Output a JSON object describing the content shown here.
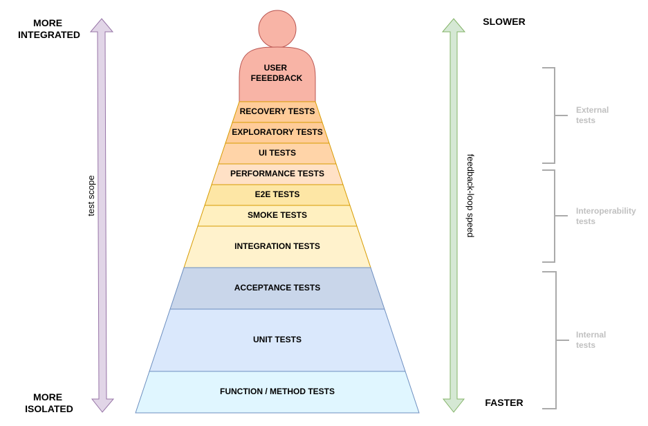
{
  "top_left": {
    "line1": "MORE",
    "line2": "INTEGRATED"
  },
  "bottom_left": {
    "line1": "MORE",
    "line2": "ISOLATED"
  },
  "top_right": "SLOWER",
  "bottom_right": "FASTER",
  "left_axis_label": "test scope",
  "right_axis_label": "feedback-loop speed",
  "user": {
    "line1": "USER",
    "line2": "FEEEDBACK"
  },
  "layers": [
    {
      "label": "RECOVERY TESTS",
      "fill": "#ffcc99"
    },
    {
      "label": "EXPLORATORY TESTS",
      "fill": "#ffcc99"
    },
    {
      "label": "UI TESTS",
      "fill": "#ffd4a8"
    },
    {
      "label": "PERFORMANCE TESTS",
      "fill": "#ffe1c6"
    },
    {
      "label": "E2E TESTS",
      "fill": "#fde6a5"
    },
    {
      "label": "SMOKE TESTS",
      "fill": "#fff0c0"
    },
    {
      "label": "INTEGRATION TESTS",
      "fill": "#fff2cc"
    },
    {
      "label": "ACCEPTANCE TESTS",
      "fill": "#c9d6ea"
    },
    {
      "label": "UNIT TESTS",
      "fill": "#dae8fc"
    },
    {
      "label": "FUNCTION / METHOD TESTS",
      "fill": "#e0f6ff"
    }
  ],
  "brackets": [
    {
      "line1": "External",
      "line2": "tests"
    },
    {
      "line1": "Interoperability",
      "line2": "tests"
    },
    {
      "line1": "Internal",
      "line2": "tests"
    }
  ],
  "colors": {
    "left_arrow_fill": "#e1d5e7",
    "left_arrow_stroke": "#9673a6",
    "right_arrow_fill": "#d5e8d4",
    "right_arrow_stroke": "#82b366",
    "user_fill": "#f8b4a6",
    "user_stroke": "#b85450",
    "bracket_stroke": "#aaaaaa"
  }
}
